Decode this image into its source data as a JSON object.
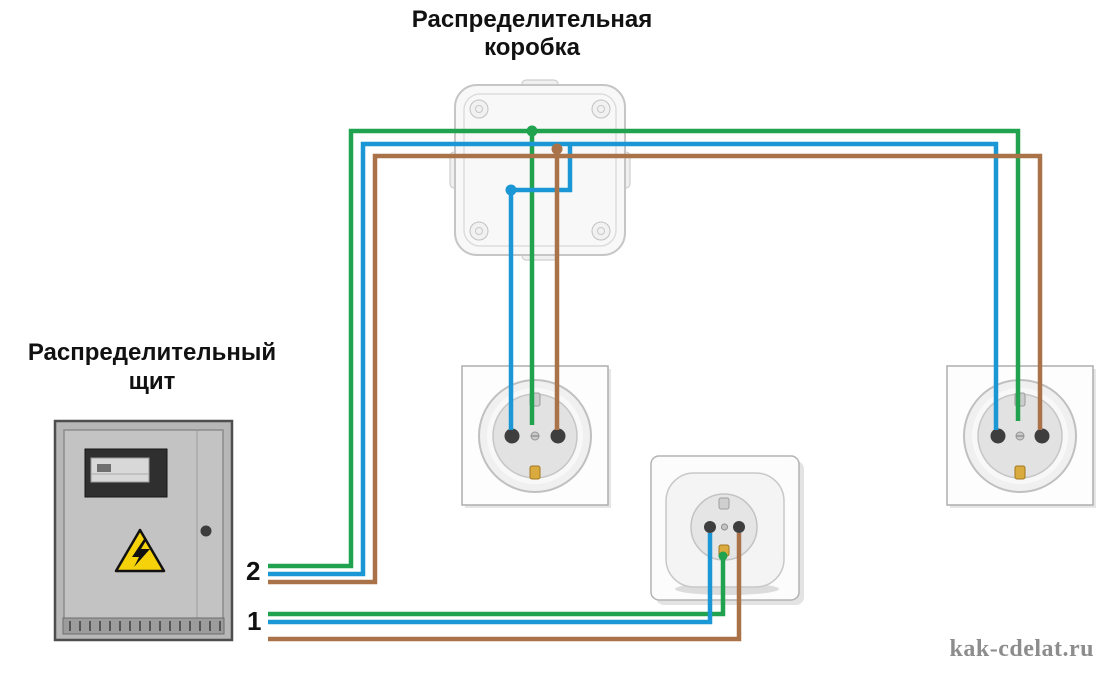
{
  "title": {
    "line1": "Распределительная",
    "line2": "коробка"
  },
  "panel": {
    "label_line1": "Распределительный",
    "label_line2": "щит"
  },
  "run_labels": {
    "run2": "2",
    "run1": "1"
  },
  "watermark": "kak-cdelat.ru",
  "colors": {
    "ground_wire": "#21a24f",
    "neutral_wire": "#1b97d5",
    "phase_wire": "#aa7249",
    "warning_yellow": "#f6d20b"
  },
  "icons": {
    "panel_warning": "high-voltage-warning-icon"
  }
}
